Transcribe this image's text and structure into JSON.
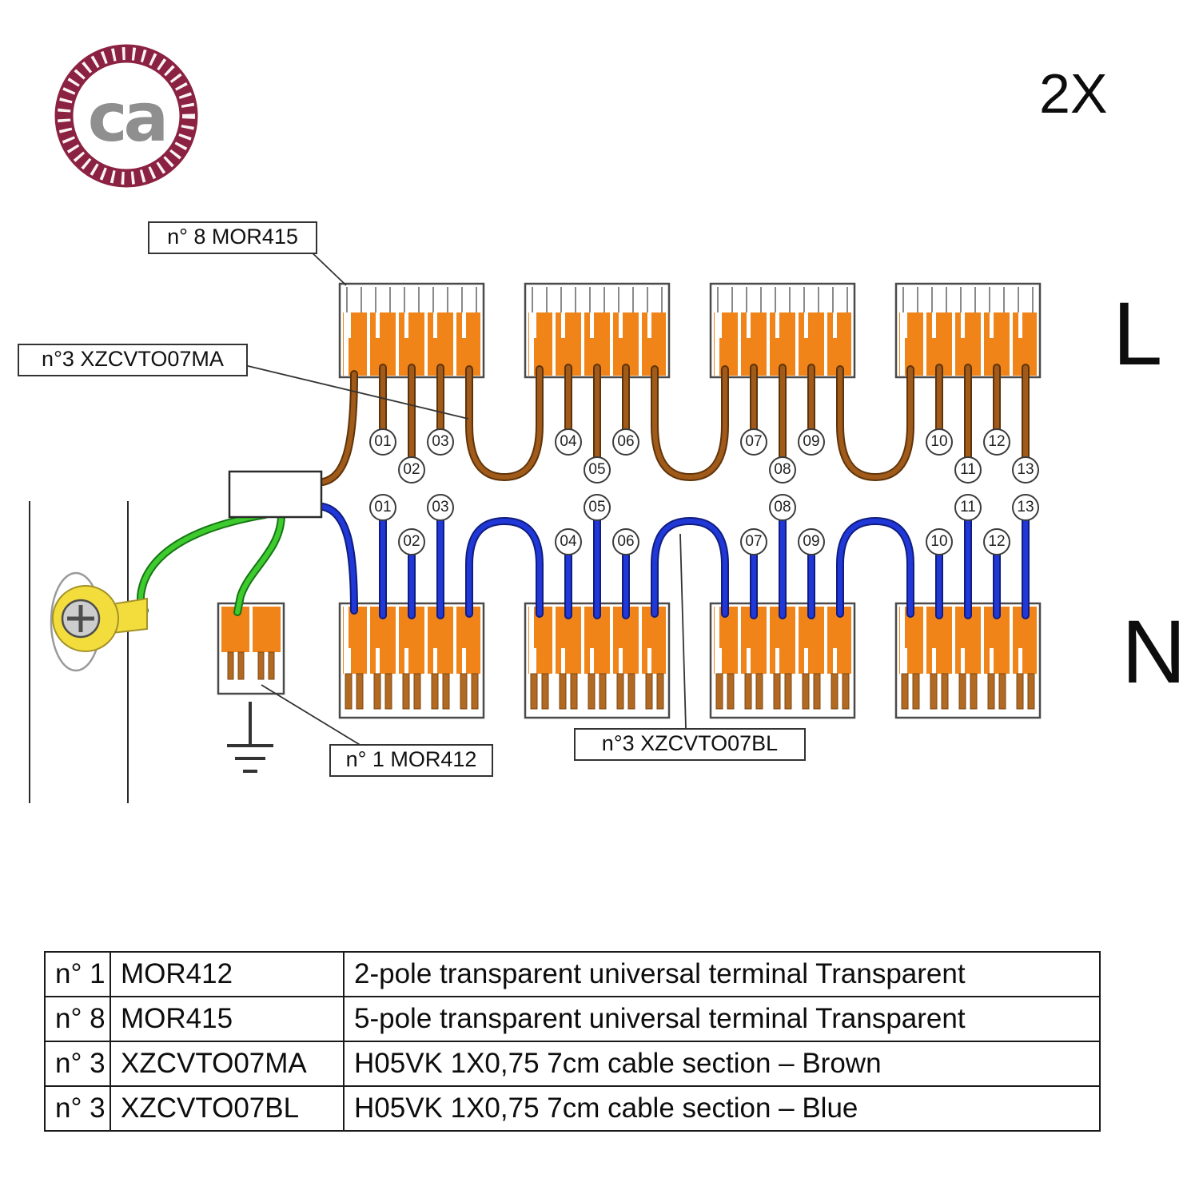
{
  "logo": {
    "text": "ca"
  },
  "quantity": "2X",
  "line_labels": {
    "live": "L",
    "neutral": "N"
  },
  "callouts": {
    "mor415": "n° 8 MOR415",
    "xzcvto07ma": "n°3 XZCVTO07MA",
    "mor412": "n° 1 MOR412",
    "xzcvto07bl": "n°3 XZCVTO07BL"
  },
  "wire_numbers": {
    "top": [
      "01",
      "02",
      "03",
      "04",
      "05",
      "06",
      "07",
      "08",
      "09",
      "10",
      "11",
      "12",
      "13"
    ],
    "bottom": [
      "01",
      "02",
      "03",
      "04",
      "05",
      "06",
      "07",
      "08",
      "09",
      "10",
      "11",
      "12",
      "13"
    ]
  },
  "colors": {
    "terminal_orange": "#f08419",
    "clamp_brown": "#b26a22",
    "clamp_brown_edge": "#7c4714",
    "wire_brown": "#a05a1a",
    "wire_brown_edge": "#5f3308",
    "wire_blue": "#2038d8",
    "wire_blue_edge": "#101d7e",
    "wire_green": "#3ecb2d",
    "wire_green_edge": "#157515",
    "ring_yellow": "#f3dd3d",
    "ring_yellow_edge": "#a3922a",
    "brand_maroon": "#8b2242"
  },
  "parts_table": {
    "rows": [
      {
        "qty": "n° 1",
        "code": "MOR412",
        "description": "2-pole transparent universal terminal Transparent"
      },
      {
        "qty": "n° 8",
        "code": "MOR415",
        "description": "5-pole transparent universal terminal Transparent"
      },
      {
        "qty": "n° 3",
        "code": "XZCVTO07MA",
        "description": "H05VK 1X0,75 7cm cable section – Brown"
      },
      {
        "qty": "n° 3",
        "code": "XZCVTO07BL",
        "description": "H05VK 1X0,75 7cm cable section – Blue"
      }
    ]
  }
}
